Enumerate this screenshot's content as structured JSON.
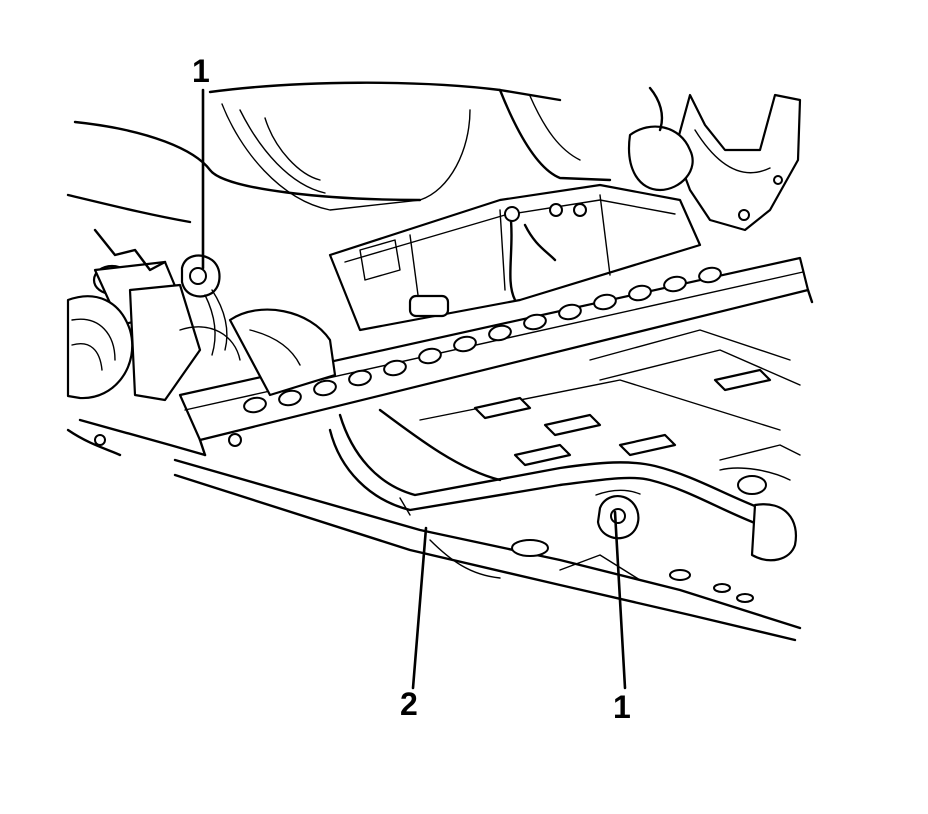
{
  "diagram": {
    "callouts": [
      {
        "id": "fastener-top-left",
        "label": "1"
      },
      {
        "id": "exhaust-pipe",
        "label": "2"
      },
      {
        "id": "fastener-bottom-right",
        "label": "1"
      }
    ]
  }
}
